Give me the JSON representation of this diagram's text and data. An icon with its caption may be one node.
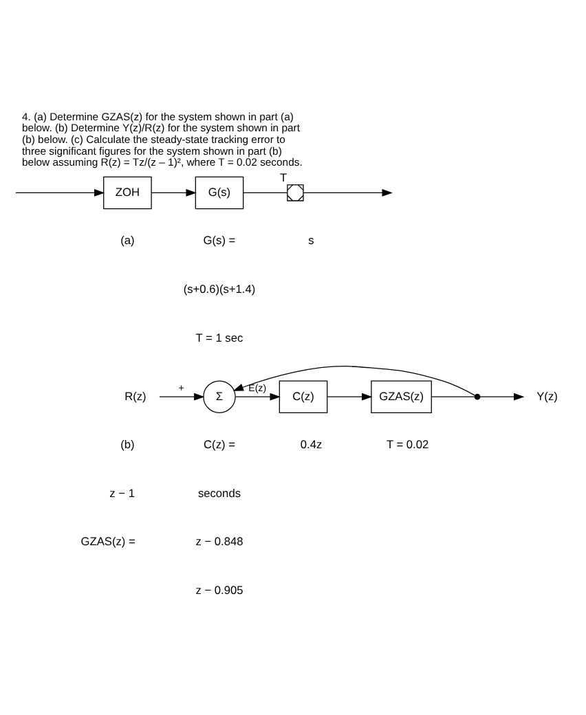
{
  "diagram": {
    "title": "4. (a) Determine GZAS(z) for the system shown in part (a) below. (b) Determine Y(z)/R(z) for the system shown in part (b) below. (c) Calculate the steady-state tracking error to three significant figures for the system shown in part (b) below assuming R(z) = Tz/(z – 1)², where T = 0.02 seconds.",
    "nodes": [
      {
        "text": [
          "ZOH"
        ]
      },
      {
        "text": [
          "G(s)"
        ]
      },
      {
        "text": [],
        "shape": "switch",
        "beside": [
          "T"
        ]
      },
      {
        "text": [
          "R(z)"
        ]
      },
      {
        "text": [
          "Σ"
        ]
      },
      {
        "text": [
          "C(z)"
        ]
      },
      {
        "text": [
          "GZAS(z)"
        ]
      },
      {
        "text": [],
        "shape": "dot"
      },
      {
        "text": [
          "Y(z)"
        ]
      }
    ],
    "edges": [
      {
        "from": null,
        "to": 0,
        "arrow": "to"
      },
      {
        "from": 0,
        "to": 1,
        "arrow": "to"
      },
      {
        "from": 1,
        "to": 2,
        "arrow": "none"
      },
      {
        "from": 2,
        "to": null,
        "arrow": "to"
      },
      {
        "from": 3,
        "to": 4,
        "arrow": "to",
        "label": "+"
      },
      {
        "from": 4,
        "to": 5,
        "arrow": "to",
        "label": "E(z)"
      },
      {
        "from": 5,
        "to": 6,
        "arrow": "to"
      },
      {
        "from": 6,
        "to": 7,
        "arrow": "none"
      },
      {
        "from": 7,
        "to": 8,
        "arrow": "to"
      },
      {
        "from": 7,
        "to": 4,
        "arrow": "to",
        "label": "−"
      }
    ],
    "labels": [
      "(a)",
      "G(s) =",
      "s",
      "(s+0.6)(s+1.4)",
      "T = 1 sec",
      "(b)",
      "C(z) =",
      "0.4z",
      "z − 1",
      "T = 0.02",
      "seconds",
      "GZAS(z) =",
      "z − 0.848",
      "z − 0.905"
    ]
  }
}
